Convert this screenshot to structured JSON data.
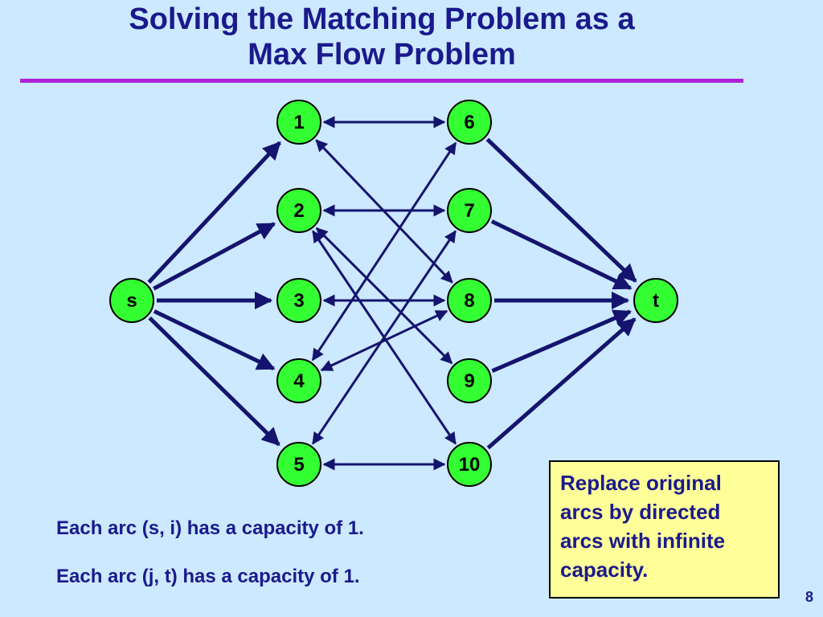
{
  "slide": {
    "title_line1": "Solving the Matching Problem as a",
    "title_line2": "Max Flow Problem",
    "page_number": "8"
  },
  "colors": {
    "background": "#cce9ff",
    "title": "#1a1a8c",
    "rule": "#b020d8",
    "node_fill": "#33ff33",
    "arc": "#14146e",
    "callout_bg": "#ffff99"
  },
  "graph": {
    "nodes": [
      {
        "id": "s",
        "label": "s"
      },
      {
        "id": "1",
        "label": "1"
      },
      {
        "id": "2",
        "label": "2"
      },
      {
        "id": "3",
        "label": "3"
      },
      {
        "id": "4",
        "label": "4"
      },
      {
        "id": "5",
        "label": "5"
      },
      {
        "id": "6",
        "label": "6"
      },
      {
        "id": "7",
        "label": "7"
      },
      {
        "id": "8",
        "label": "8"
      },
      {
        "id": "9",
        "label": "9"
      },
      {
        "id": "10",
        "label": "10"
      },
      {
        "id": "t",
        "label": "t"
      }
    ],
    "source_arcs": [
      [
        "s",
        "1"
      ],
      [
        "s",
        "2"
      ],
      [
        "s",
        "3"
      ],
      [
        "s",
        "4"
      ],
      [
        "s",
        "5"
      ]
    ],
    "sink_arcs": [
      [
        "6",
        "t"
      ],
      [
        "7",
        "t"
      ],
      [
        "8",
        "t"
      ],
      [
        "9",
        "t"
      ],
      [
        "10",
        "t"
      ]
    ],
    "middle_arcs": [
      [
        "1",
        "6"
      ],
      [
        "1",
        "8"
      ],
      [
        "2",
        "7"
      ],
      [
        "2",
        "9"
      ],
      [
        "2",
        "10"
      ],
      [
        "3",
        "8"
      ],
      [
        "4",
        "6"
      ],
      [
        "4",
        "8"
      ],
      [
        "5",
        "7"
      ],
      [
        "5",
        "10"
      ]
    ]
  },
  "notes": {
    "source_capacity": "Each arc (s, i) has a capacity of 1.",
    "sink_capacity": "Each arc (j, t) has a capacity of 1."
  },
  "callout": {
    "line1": "Replace original",
    "line2": "arcs by directed",
    "line3": "arcs with infinite",
    "line4": "capacity."
  }
}
